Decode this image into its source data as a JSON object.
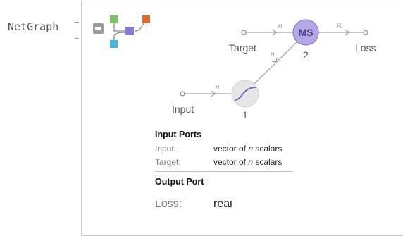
{
  "head": {
    "label": "NetGraph"
  },
  "thumbnail": {
    "colors": [
      "#7fc06a",
      "#e06a2a",
      "#8b78cf",
      "#49b6e0"
    ]
  },
  "graph": {
    "nodes": {
      "target_label": "Target",
      "input_label": "Input",
      "loss_label": "Loss",
      "ms_text": "MS",
      "ms_index": "2",
      "ramp_index": "1"
    },
    "edges": {
      "target_to_ms": "n",
      "input_to_ramp": "n",
      "ramp_to_ms": "n",
      "ms_to_loss": "ℝ"
    },
    "colors": {
      "ms_fill": "#b6a7e6",
      "ms_stroke": "#8b78cf",
      "ramp_fill": "#e6e6e6",
      "ramp_curve": "#6e5fb8",
      "edge": "#a0a0a0"
    }
  },
  "ports": {
    "input_title": "Input Ports",
    "inputs": [
      {
        "name": "Input:",
        "value": "vector of n scalars"
      },
      {
        "name": "Target:",
        "value": "vector of n scalars"
      }
    ],
    "output_title": "Output Port",
    "outputs": [
      {
        "name": "Loss:",
        "value": "real"
      }
    ]
  }
}
